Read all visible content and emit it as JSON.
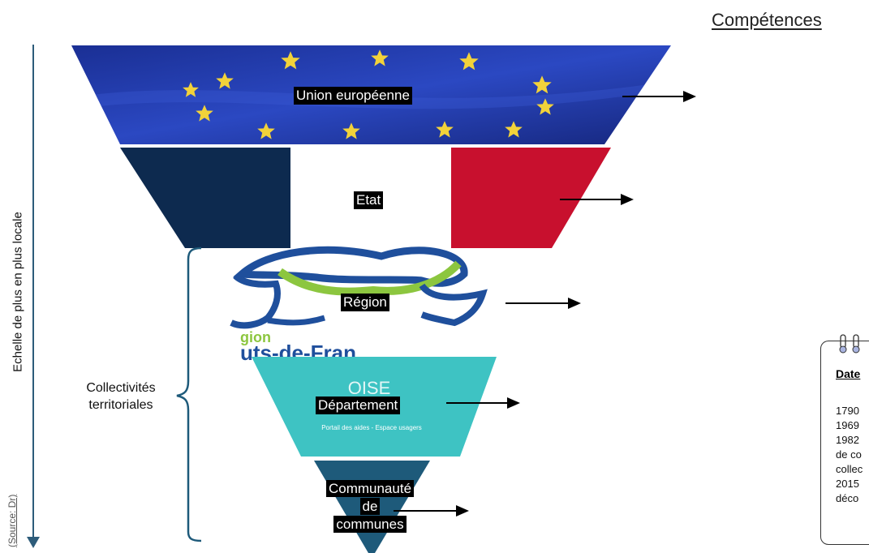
{
  "heading": "Compétences",
  "axis_label": "Echelle de plus en plus locale",
  "axis_cut_label": "(Source: Dr)",
  "levels": [
    {
      "label": "Union européenne"
    },
    {
      "label": "Etat"
    },
    {
      "label": "Région"
    },
    {
      "label": "Département"
    },
    {
      "label_lines": [
        "Communauté",
        "de",
        "communes"
      ]
    }
  ],
  "region_logo": {
    "line1": "gion",
    "line2": "uts-de-Fran"
  },
  "oise_logo": {
    "name": "OISE",
    "tagline": "Portail des aides - Espace usagers"
  },
  "collectivites_label": [
    "Collectivités",
    "territoriales"
  ],
  "dates_box": {
    "title": "Date",
    "lines": [
      "1790",
      "1969",
      "1982",
      "de co",
      "collec",
      "2015",
      "déco"
    ]
  },
  "colors": {
    "eu_blue": "#1f3aa8",
    "eu_star": "#f2d23a",
    "fr_blue": "#0d2a4f",
    "fr_red": "#c8102e",
    "region_blue": "#1f4f9c",
    "region_green": "#8cc63f",
    "oise_teal": "#3ec3c3",
    "ccom_blue": "#1e5a7a",
    "axis": "#2d5c7a"
  }
}
